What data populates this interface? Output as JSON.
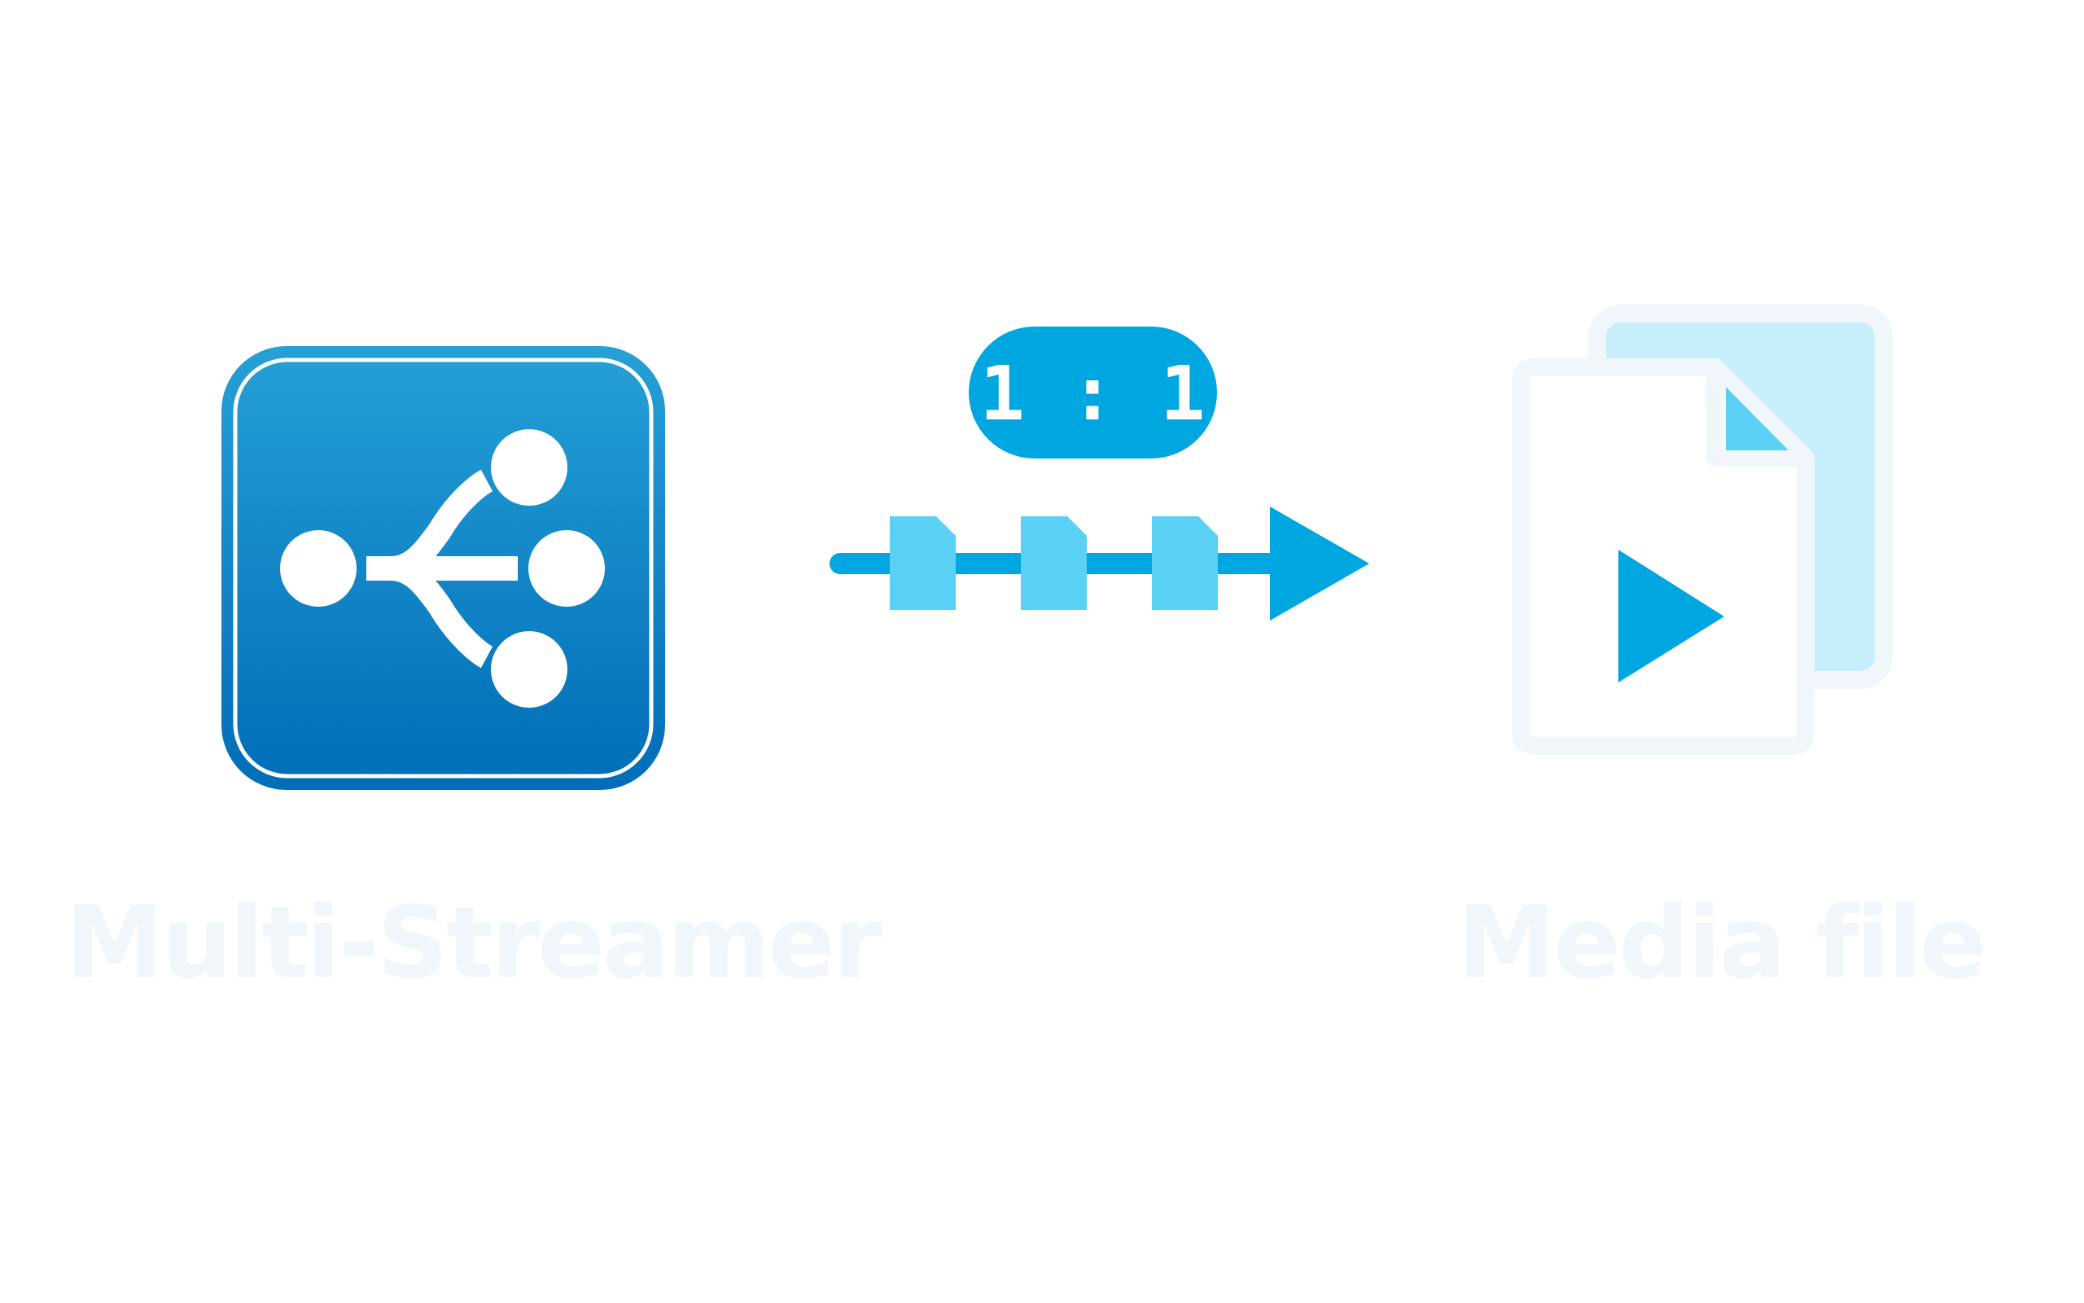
{
  "diagram": {
    "source": {
      "label": "Multi-Streamer",
      "icon": "multi-streamer-icon"
    },
    "connector": {
      "ratio": "1 : 1",
      "packet_count": 3,
      "icon": "arrow-right-icon"
    },
    "target": {
      "label": "Media file",
      "icon": "media-file-icon"
    }
  },
  "colors": {
    "brand_blue": "#00a6e0",
    "icon_gradient_top": "#26a0d6",
    "icon_gradient_bottom": "#006db8",
    "packet": "#5bd0f5",
    "file_back": "#c7eefb",
    "file_outline": "#f1f6fb",
    "label_text": "#f1f6fb",
    "white": "#ffffff"
  }
}
